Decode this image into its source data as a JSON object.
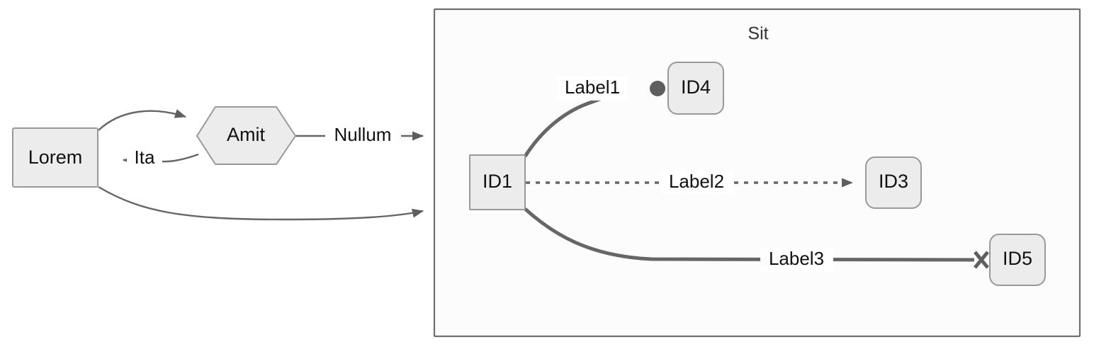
{
  "diagram": {
    "type": "flowchart",
    "direction": "left-to-right",
    "background": "#ffffff",
    "node_fill": "#ececec",
    "node_stroke": "#999999",
    "edge_color": "#666666",
    "marker_color": "#5e5e5e"
  },
  "nodes": {
    "lorem": {
      "label": "Lorem",
      "shape": "rectangle"
    },
    "amit": {
      "label": "Amit",
      "shape": "hexagon"
    },
    "id1": {
      "label": "ID1",
      "shape": "square"
    },
    "id3": {
      "label": "ID3",
      "shape": "rounded-rectangle"
    },
    "id4": {
      "label": "ID4",
      "shape": "rounded-rectangle"
    },
    "id5": {
      "label": "ID5",
      "shape": "rounded-rectangle"
    }
  },
  "cluster": {
    "title": "Sit",
    "background": "#fcfcfc",
    "border": "#707070"
  },
  "edges": {
    "lorem_to_amit": {
      "label": "",
      "style": "solid-curved",
      "marker": "arrow"
    },
    "amit_to_lorem": {
      "label": "Ita",
      "style": "solid-curved",
      "marker": "arrow"
    },
    "amit_to_cluster": {
      "label": "Nullum",
      "style": "solid",
      "marker": "arrow"
    },
    "lorem_to_cluster": {
      "label": "",
      "style": "solid-curved",
      "marker": "arrow"
    },
    "id1_to_id4": {
      "label": "Label1",
      "style": "thick-curved",
      "marker": "circle"
    },
    "id1_to_id3": {
      "label": "Label2",
      "style": "dotted",
      "marker": "arrow"
    },
    "id1_to_id5": {
      "label": "Label3",
      "style": "thick-curved",
      "marker": "cross"
    }
  }
}
